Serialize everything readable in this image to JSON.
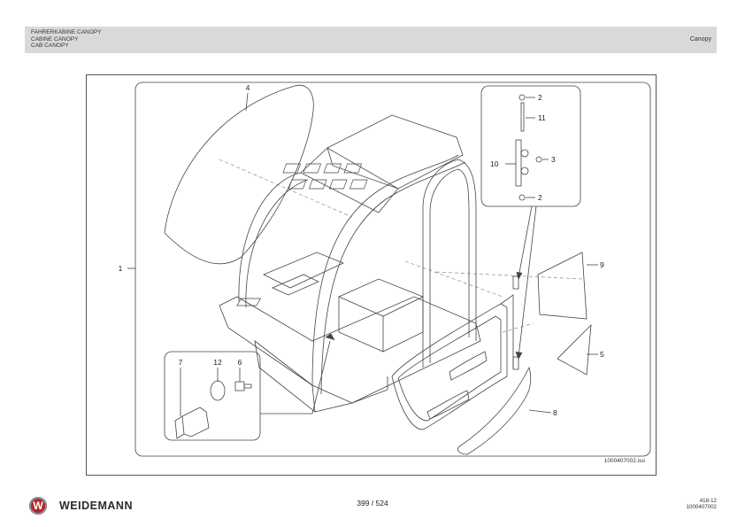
{
  "header": {
    "lines": [
      "FAHRERKABINE CANOPY",
      "CABINE CANOPY",
      "CAB CANOPY"
    ],
    "section": "Canopy"
  },
  "figure": {
    "callouts": {
      "c1": "1",
      "c2a": "2",
      "c2b": "2",
      "c3": "3",
      "c4": "4",
      "c5": "5",
      "c6": "6",
      "c7": "7",
      "c8": "8",
      "c9": "9",
      "c10": "10",
      "c11": "11",
      "c12": "12"
    },
    "drawing_code": "1000407002.iso"
  },
  "footer": {
    "logo_letter": "W",
    "brand": "WEIDEMANN",
    "page": "399 / 524",
    "doc_code_lines": [
      "418-12",
      "1000407002"
    ]
  },
  "colors": {
    "header_bg": "#d9d9d9",
    "logo_red": "#b3262f"
  }
}
